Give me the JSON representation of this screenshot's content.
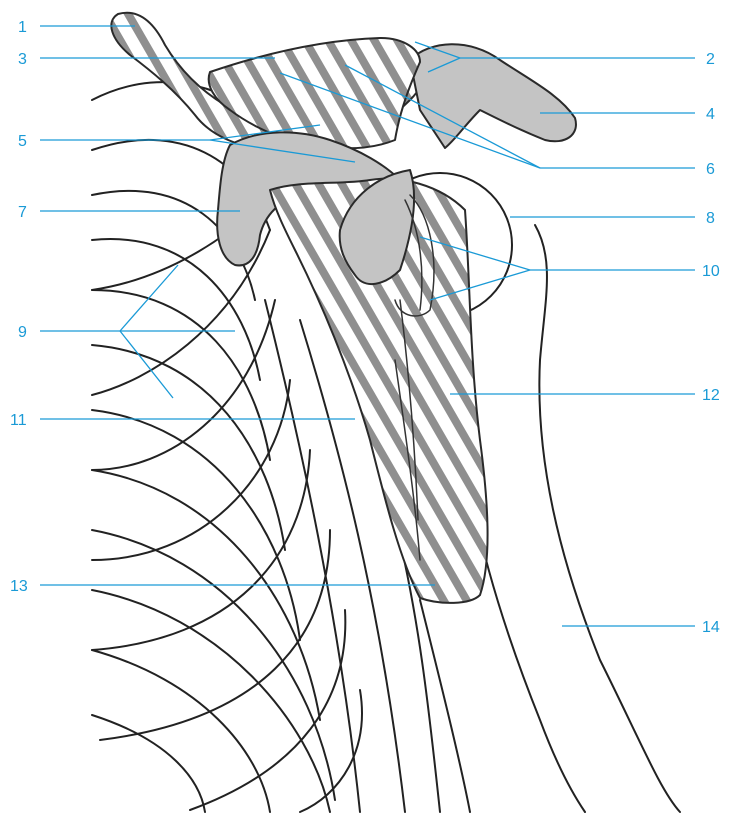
{
  "figure": {
    "labels": {
      "l1": "1",
      "l2": "2",
      "l3": "3",
      "l4": "4",
      "l5": "5",
      "l6": "6",
      "l7": "7",
      "l8": "8",
      "l9": "9",
      "l10": "10",
      "l11": "11",
      "l12": "12",
      "l13": "13",
      "l14": "14"
    },
    "colors": {
      "label": "#1a9ad6",
      "hatch_stripe": "#8f8f8f",
      "shaded_bone": "#c4c4c4",
      "line": "#222222"
    }
  }
}
